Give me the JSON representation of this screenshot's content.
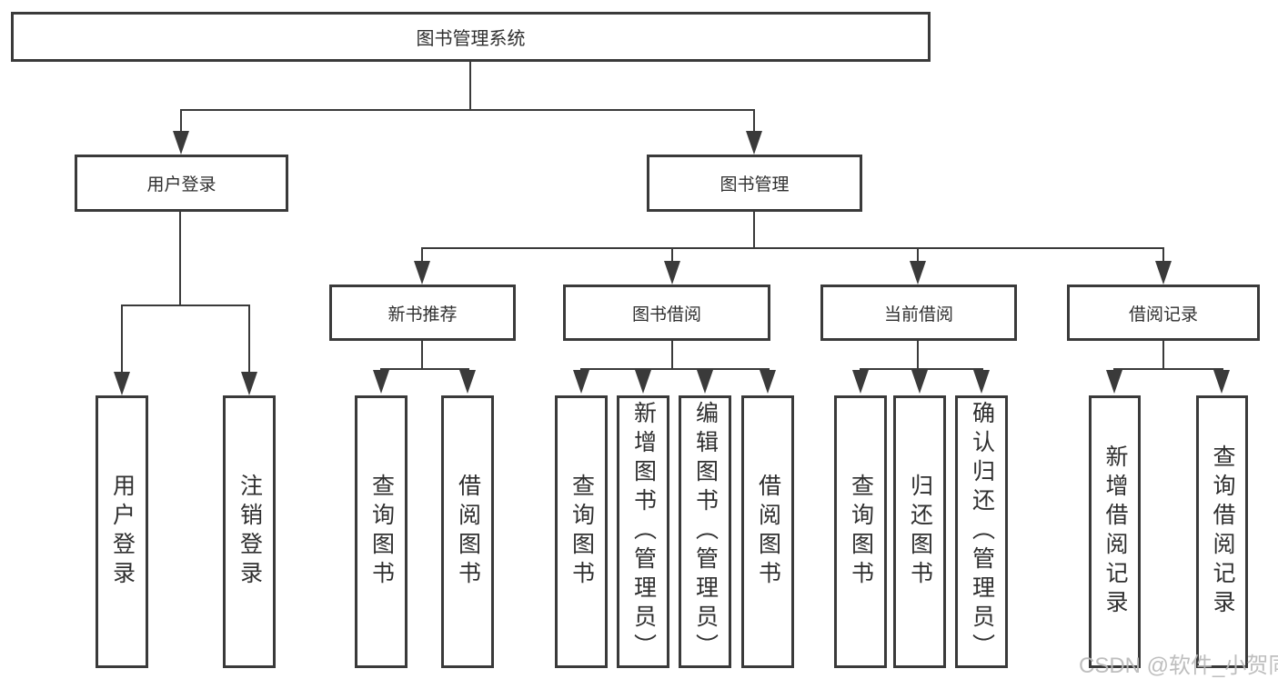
{
  "diagram": {
    "title": "图书管理系统",
    "watermark": "CSDN @软件_小贺同学",
    "colors": {
      "line": "#3a3a3a",
      "text": "#2f2f2f",
      "watermark": "#b8b8b8",
      "background": "#ffffff"
    },
    "nodes": {
      "root": {
        "label": "图书管理系统"
      },
      "login": {
        "label": "用户登录"
      },
      "book_mgmt": {
        "label": "图书管理"
      },
      "new_book": {
        "label": "新书推荐"
      },
      "book_borrow": {
        "label": "图书借阅"
      },
      "current_borrow": {
        "label": "当前借阅"
      },
      "borrow_records": {
        "label": "借阅记录"
      },
      "user_login": {
        "label": "用户登录"
      },
      "logout": {
        "label": "注销登录"
      },
      "nb_query_book": {
        "label": "查询图书"
      },
      "nb_borrow_book": {
        "label": "借阅图书"
      },
      "bb_query_book": {
        "label": "查询图书"
      },
      "bb_add_book": {
        "label": "新增图书（管理员）"
      },
      "bb_edit_book": {
        "label": "编辑图书（管理员）"
      },
      "bb_borrow_book": {
        "label": "借阅图书"
      },
      "cb_query_book": {
        "label": "查询图书"
      },
      "cb_return_book": {
        "label": "归还图书"
      },
      "cb_confirm_return": {
        "label": "确认归还（管理员）"
      },
      "br_add_record": {
        "label": "新增借阅记录"
      },
      "br_query_record": {
        "label": "查询借阅记录"
      }
    }
  }
}
